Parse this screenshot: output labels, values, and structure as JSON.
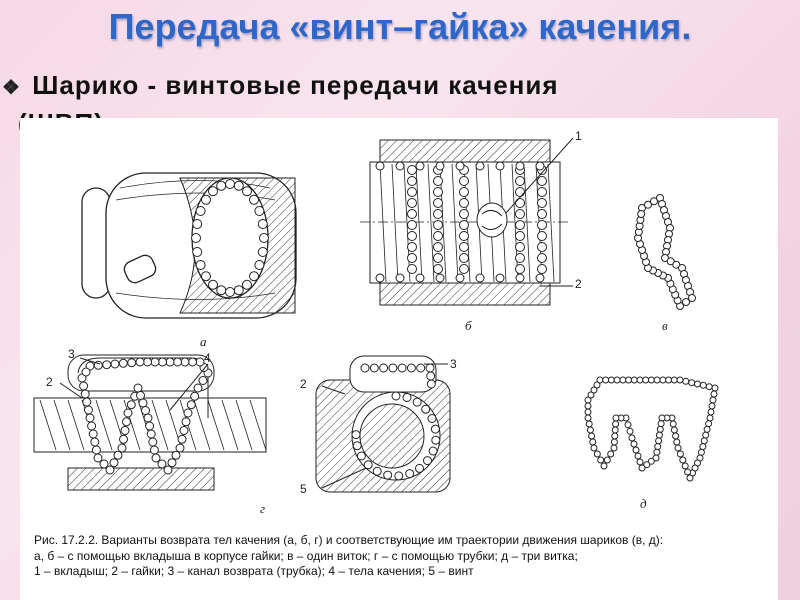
{
  "header": {
    "title": "Передача «винт–гайка» качения.",
    "bullet_icon": "diamond-bullet-icon",
    "bullet_text_line1": "Шарико - винтовые передачи качения",
    "bullet_text_line2": "(ШВП)."
  },
  "figure": {
    "subfigure_labels": [
      "а",
      "б",
      "в",
      "г",
      "д"
    ],
    "part_numbers": {
      "b_1": "1",
      "b_2": "2",
      "g_2": "2",
      "g_3": "3",
      "g_4": "4",
      "d_2": "2",
      "d_3": "3",
      "d_5": "5"
    },
    "caption_lines": [
      "Рис. 17.2.2. Варианты возврата тел качения (а, б, г) и соответствующие им траектории движения шариков (в, д):",
      "а, б – с помощью вкладыша в корпусе гайки; в – один виток; г – с помощью трубки; д – три витка;",
      "1 – вкладыш; 2 – гайки; 3 – канал возврата (трубка); 4 – тела качения; 5 – винт"
    ]
  },
  "colors": {
    "title": "#2f67c9",
    "background": "#f6d9e6"
  }
}
